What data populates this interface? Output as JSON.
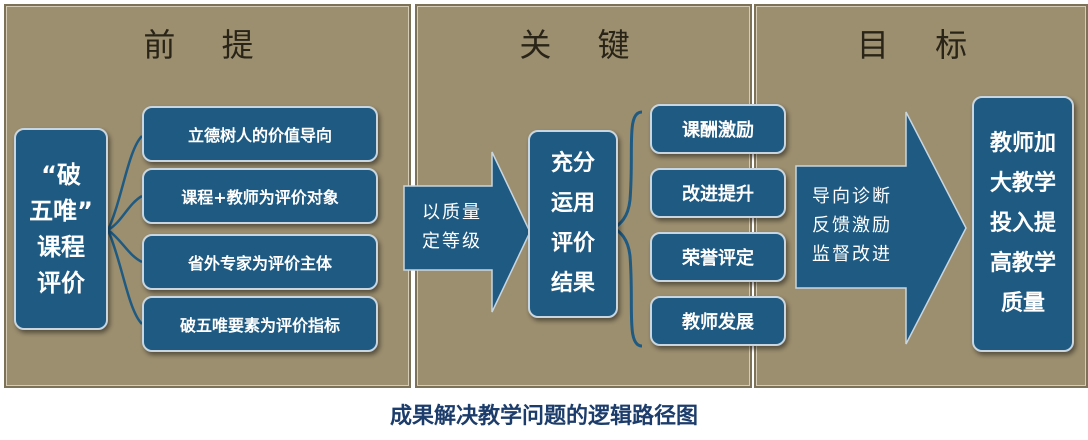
{
  "panels": {
    "premise": "前 提",
    "key": "关 键",
    "goal": "目 标"
  },
  "start_box": "“破\n五唯”\n课程\n评价",
  "branches": [
    "立德树人的价值导向",
    "课程+教师为评价对象",
    "省外专家为评价主体",
    "破五唯要素为评价指标"
  ],
  "arrow1_text": "以质量\n定等级",
  "center_box": "充分\n运用\n评价\n结果",
  "outcomes": [
    "课酬激励",
    "改进提升",
    "荣誉评定",
    "教师发展"
  ],
  "arrow2_text": "导向诊断\n反馈激励\n监督改进",
  "goal_box": "教师加\n大教学\n投入提\n高教学\n质量",
  "caption": "成果解决教学问题的逻辑路径图"
}
